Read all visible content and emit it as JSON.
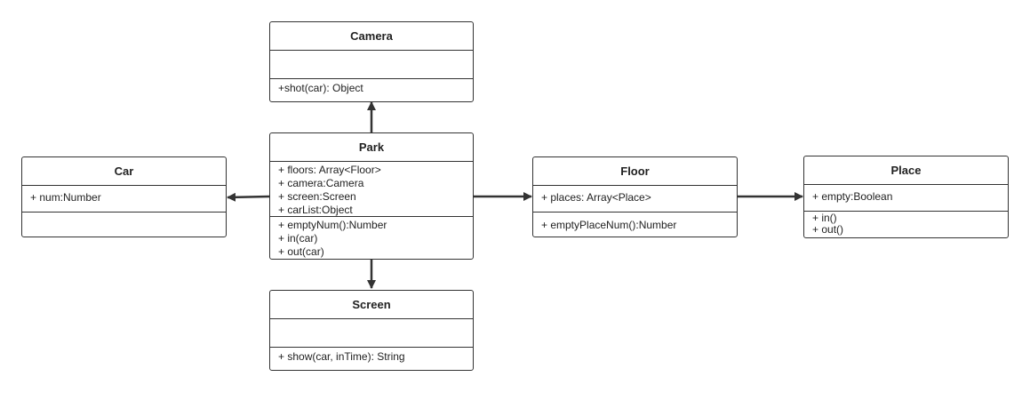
{
  "classes": {
    "camera": {
      "name": "Camera",
      "attributes": [],
      "methods": [
        "+shot(car): Object"
      ]
    },
    "park": {
      "name": "Park",
      "attributes": [
        "+ floors: Array<Floor>",
        "+ camera:Camera",
        "+ screen:Screen",
        "+ carList:Object"
      ],
      "methods": [
        "+ emptyNum():Number",
        "+ in(car)",
        "+ out(car)"
      ]
    },
    "car": {
      "name": "Car",
      "attributes": [
        "+ num:Number"
      ],
      "methods": []
    },
    "floor": {
      "name": "Floor",
      "attributes": [
        "+ places: Array<Place>"
      ],
      "methods": [
        "+ emptyPlaceNum():Number"
      ]
    },
    "place": {
      "name": "Place",
      "attributes": [
        "+ empty:Boolean"
      ],
      "methods": [
        "+ in()",
        "+ out()"
      ]
    },
    "screen": {
      "name": "Screen",
      "attributes": [],
      "methods": [
        "+ show(car, inTime): String"
      ]
    }
  },
  "relations": [
    {
      "from": "Park",
      "to": "Camera"
    },
    {
      "from": "Park",
      "to": "Car"
    },
    {
      "from": "Park",
      "to": "Screen"
    },
    {
      "from": "Park",
      "to": "Floor"
    },
    {
      "from": "Floor",
      "to": "Place"
    }
  ],
  "colors": {
    "stroke": "#333333",
    "background": "#ffffff",
    "text": "#222222"
  }
}
